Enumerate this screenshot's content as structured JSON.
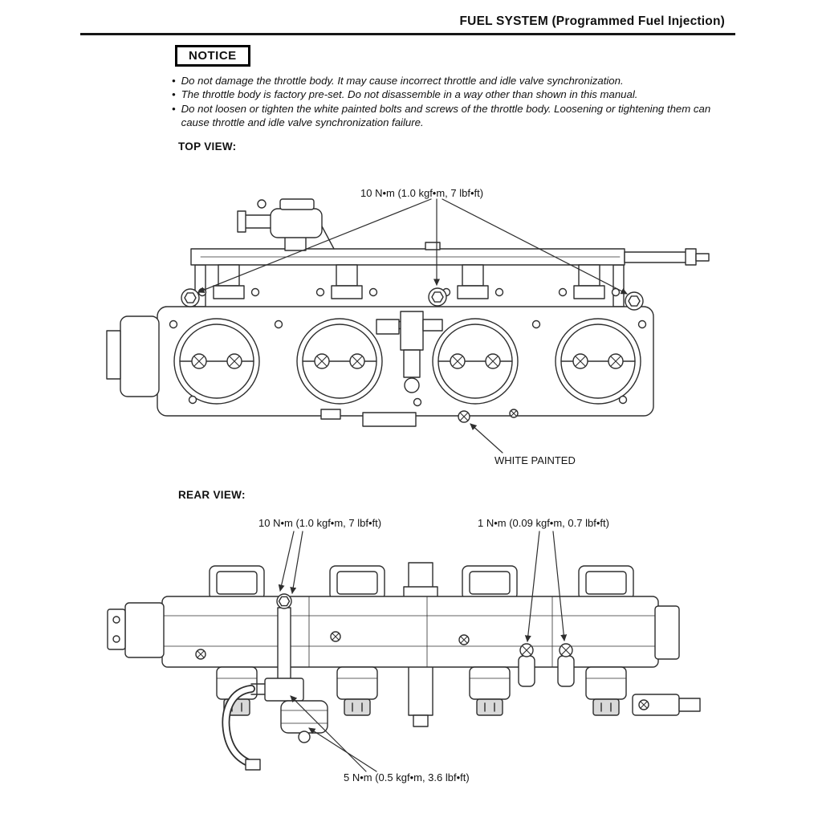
{
  "header": {
    "title": "FUEL SYSTEM (Programmed Fuel Injection)"
  },
  "notice": {
    "label": "NOTICE",
    "items": [
      "Do not damage the throttle body.  It may cause incorrect throttle and idle valve synchronization.",
      "The throttle body is factory pre-set.  Do not disassemble in a way other than shown in this manual.",
      "Do not loosen or tighten the white painted bolts and screws of the throttle body.  Loosening or tightening them can cause throttle and idle valve synchronization failure."
    ]
  },
  "top_view": {
    "heading": "TOP VIEW:",
    "torque_bolts": "10 N•m (1.0 kgf•m, 7 lbf•ft)",
    "white_painted": "WHITE PAINTED"
  },
  "rear_view": {
    "heading": "REAR VIEW:",
    "torque_mount": "10 N•m (1.0 kgf•m, 7 lbf•ft)",
    "torque_screws": "1 N•m (0.09 kgf•m, 0.7 lbf•ft)",
    "torque_joint": "5 N•m (0.5 kgf•m, 3.6 lbf•ft)"
  },
  "colors": {
    "line": "#2e2e2e",
    "text": "#111111"
  }
}
